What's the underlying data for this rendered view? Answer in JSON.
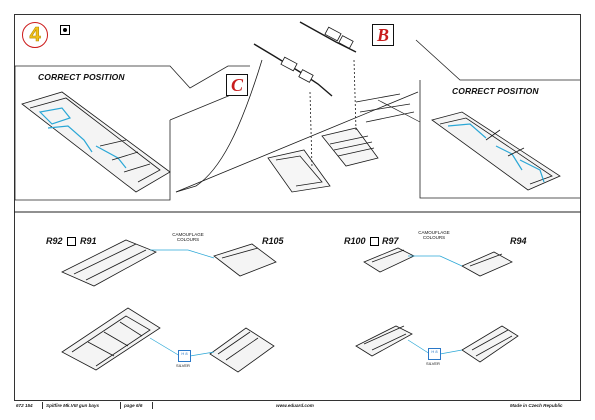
{
  "step": {
    "number": "4"
  },
  "callouts": {
    "b": "B",
    "c": "C"
  },
  "headings": {
    "left": "CORRECT POSITION",
    "right": "CORRECT POSITION"
  },
  "parts": {
    "left_pair_a": "R92",
    "left_pair_b": "R91",
    "left_single": "R105",
    "right_pair_a": "R100",
    "right_pair_b": "R97",
    "right_single": "R94"
  },
  "notes": {
    "left": "CAMOUFLAGE COLOURS",
    "right": "CAMOUFLAGE COLOURS"
  },
  "chips": {
    "left_code": "H 8",
    "left_caption": "SILVER",
    "right_code": "H 8",
    "right_caption": "SILVER"
  },
  "footer": {
    "code": "672 154",
    "title": "Spitfire Mk.VIII gun bays",
    "page": "page 6/6",
    "url": "www.eduard.com",
    "made": "Made in Czech Republic"
  },
  "colors": {
    "step_ring": "#cc1a1a",
    "step_fill": "#f3c21a",
    "callout_text": "#c81c1c",
    "highlight": "#2aa7d6",
    "line": "#1a1a1a"
  },
  "icons": [
    "photo-etch-icon",
    "photo-etch-icon",
    "photo-etch-icon"
  ]
}
